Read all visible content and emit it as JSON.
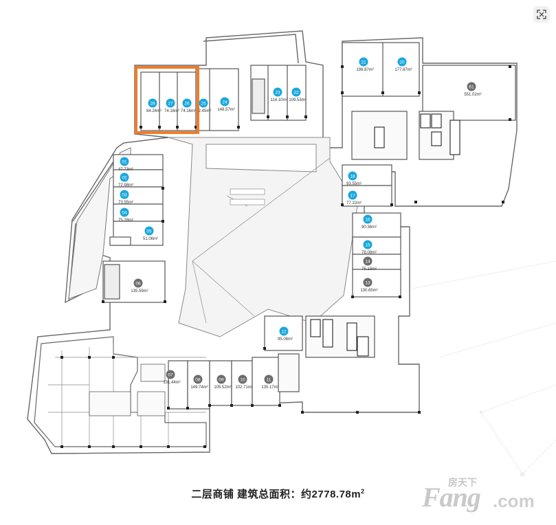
{
  "caption": {
    "text": "二层商铺  建筑总面积：约2778.78m",
    "sup": "2"
  },
  "watermark": {
    "cn": "房天下",
    "en": "Fang",
    "com": ".com"
  },
  "units": [
    {
      "id": "28",
      "area": "84.24m²",
      "dark": false
    },
    {
      "id": "27",
      "area": "74.16m²",
      "dark": false
    },
    {
      "id": "26",
      "area": "74.16m²",
      "dark": false
    },
    {
      "id": "25",
      "area": "2.45m²",
      "dark": false
    },
    {
      "id": "24",
      "area": "148.57m²",
      "dark": false
    },
    {
      "id": "23",
      "area": "114.10m²",
      "dark": false
    },
    {
      "id": "22",
      "area": "109.53m²",
      "dark": false
    },
    {
      "id": "21",
      "area": "198.87m²",
      "dark": false
    },
    {
      "id": "20",
      "area": "177.87m²",
      "dark": false
    },
    {
      "id": "61",
      "area": "551.02m²",
      "dark": true
    },
    {
      "id": "01",
      "area": "47.73m²",
      "dark": false
    },
    {
      "id": "02",
      "area": "72.98m²",
      "dark": false
    },
    {
      "id": "03",
      "area": "73.55m²",
      "dark": false
    },
    {
      "id": "04",
      "area": "75.28m²",
      "dark": false
    },
    {
      "id": "05",
      "area": "51.06m²",
      "dark": false
    },
    {
      "id": "06",
      "area": "135.59m²",
      "dark": true
    },
    {
      "id": "18",
      "area": "93.55m²",
      "dark": false
    },
    {
      "id": "17",
      "area": "77.22m²",
      "dark": false
    },
    {
      "id": "16",
      "area": "90.36m²",
      "dark": false
    },
    {
      "id": "15",
      "area": "78.08m²",
      "dark": false
    },
    {
      "id": "14",
      "area": "75.13m²",
      "dark": true
    },
    {
      "id": "13",
      "area": "130.65m²",
      "dark": true
    },
    {
      "id": "12",
      "area": "95.06m²",
      "dark": false
    },
    {
      "id": "07",
      "area": "131.44m²",
      "dark": true
    },
    {
      "id": "08",
      "area": "149.74m²",
      "dark": true
    },
    {
      "id": "09",
      "area": "105.52m²",
      "dark": true
    },
    {
      "id": "10",
      "area": "102.71m²",
      "dark": true
    },
    {
      "id": "11",
      "area": "135.17m²",
      "dark": true
    }
  ],
  "colors": {
    "badge_blue": "#1aa7dc",
    "badge_dark": "#6d6d6d",
    "highlight": "#f07d2a",
    "wall": "#555555"
  },
  "icons": {
    "expand": "expand-icon"
  }
}
